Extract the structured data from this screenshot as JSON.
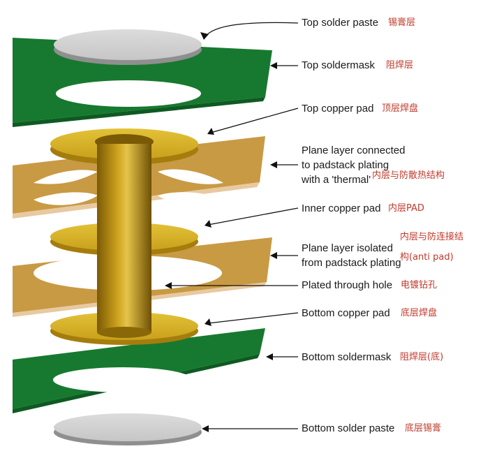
{
  "labels": {
    "top_solder_paste": {
      "en": "Top solder paste",
      "cn": "锡膏层"
    },
    "top_soldermask": {
      "en": "Top soldermask",
      "cn": "阻焊层"
    },
    "top_copper_pad": {
      "en": "Top copper pad",
      "cn": "顶层焊盘"
    },
    "plane_connected": {
      "en_line1": "Plane layer connected",
      "en_line2": "to padstack plating",
      "en_line3": "with a 'thermal'",
      "cn": "内层与防散热结构"
    },
    "inner_copper_pad": {
      "en": "Inner copper pad",
      "cn": "内层PAD"
    },
    "plane_isolated": {
      "en_line1": "Plane layer isolated",
      "en_line2": "from padstack plating",
      "cn_line1": "内层与防连接结",
      "cn_line2": "构(anti pad)"
    },
    "plated_through_hole": {
      "en": "Plated through hole",
      "cn": "电镀钻孔"
    },
    "bottom_copper_pad": {
      "en": "Bottom copper pad",
      "cn": "底层焊盘"
    },
    "bottom_soldermask": {
      "en": "Bottom soldermask",
      "cn": "阻焊层(底)"
    },
    "bottom_solder_paste": {
      "en": "Bottom solder paste",
      "cn": "底层锡膏"
    }
  },
  "colors": {
    "soldermask_green": "#17792f",
    "copper_plane": "#c89a44",
    "copper_edge": "#e8c9a0",
    "pad_gold": "#d8b52a",
    "paste_gray": "#d5d5d5"
  }
}
